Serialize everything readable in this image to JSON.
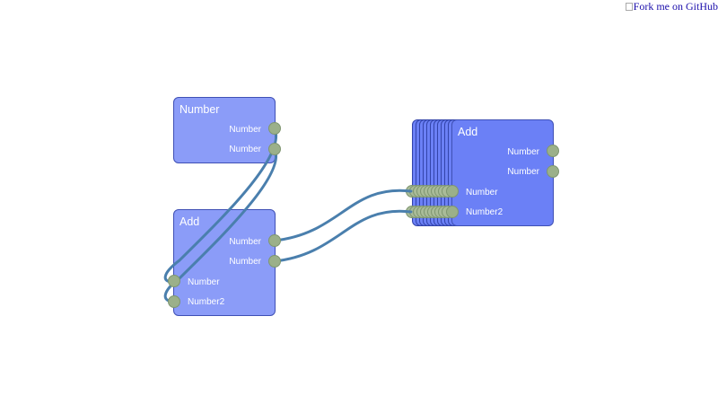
{
  "fork_link": {
    "alt_text": "Fork me on GitHub"
  },
  "colors": {
    "node_light": "#8b9cf8",
    "node_dark": "#6b80f6",
    "node_border": "#3f50b5",
    "port": "#9bb08a",
    "wire": "#4a7fad"
  },
  "nodes": {
    "number": {
      "title": "Number",
      "outputs": [
        "Number",
        "Number"
      ]
    },
    "add_left": {
      "title": "Add",
      "outputs": [
        "Number",
        "Number"
      ],
      "inputs": [
        "Number",
        "Number2"
      ]
    },
    "add_right": {
      "title": "Add",
      "outputs": [
        "Number",
        "Number"
      ],
      "inputs": [
        "Number",
        "Number2"
      ]
    }
  }
}
